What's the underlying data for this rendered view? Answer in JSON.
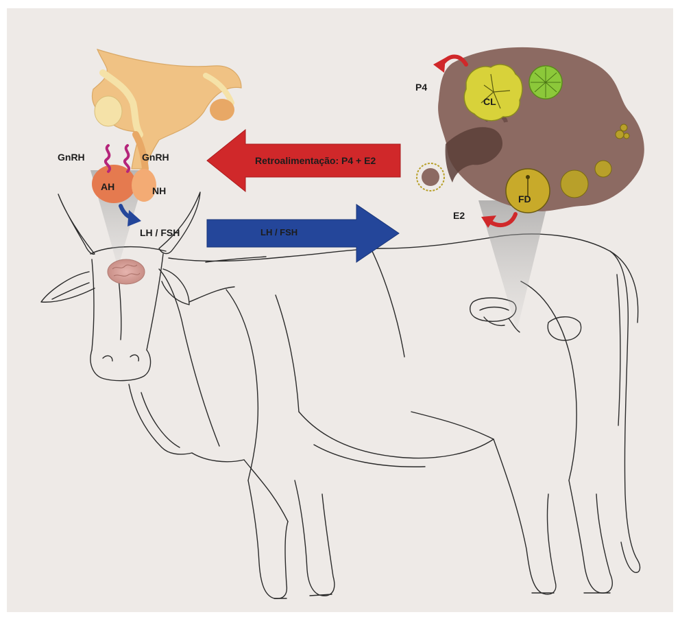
{
  "labels": {
    "gnrh_left": "GnRH",
    "gnrh_right": "GnRH",
    "ah": "AH",
    "nh": "NH",
    "lh_fsh_small": "LH / FSH",
    "lh_fsh_arrow": "LH / FSH",
    "feedback_arrow": "Retroalimentação: P4 + E2",
    "p4": "P4",
    "e2": "E2",
    "cl": "CL",
    "fd": "FD"
  },
  "colors": {
    "paper": "#eeeae7",
    "feedback_arrow": "#d0282a",
    "lhfsh_arrow": "#24469a",
    "hypothalamus": "#f0c284",
    "pituitary_anterior": "#e57a4f",
    "ovary": "#8c6a62",
    "corpus_luteum": "#d8d23a",
    "follicle": "#b8a02a",
    "gnrh_squiggle": "#b5257a",
    "outline": "#2a2a2a"
  },
  "icons": {
    "feedback": "arrow-left-icon",
    "lh_fsh": "arrow-right-icon",
    "p4_curve": "curved-arrow-icon",
    "e2_curve": "curved-arrow-icon"
  }
}
